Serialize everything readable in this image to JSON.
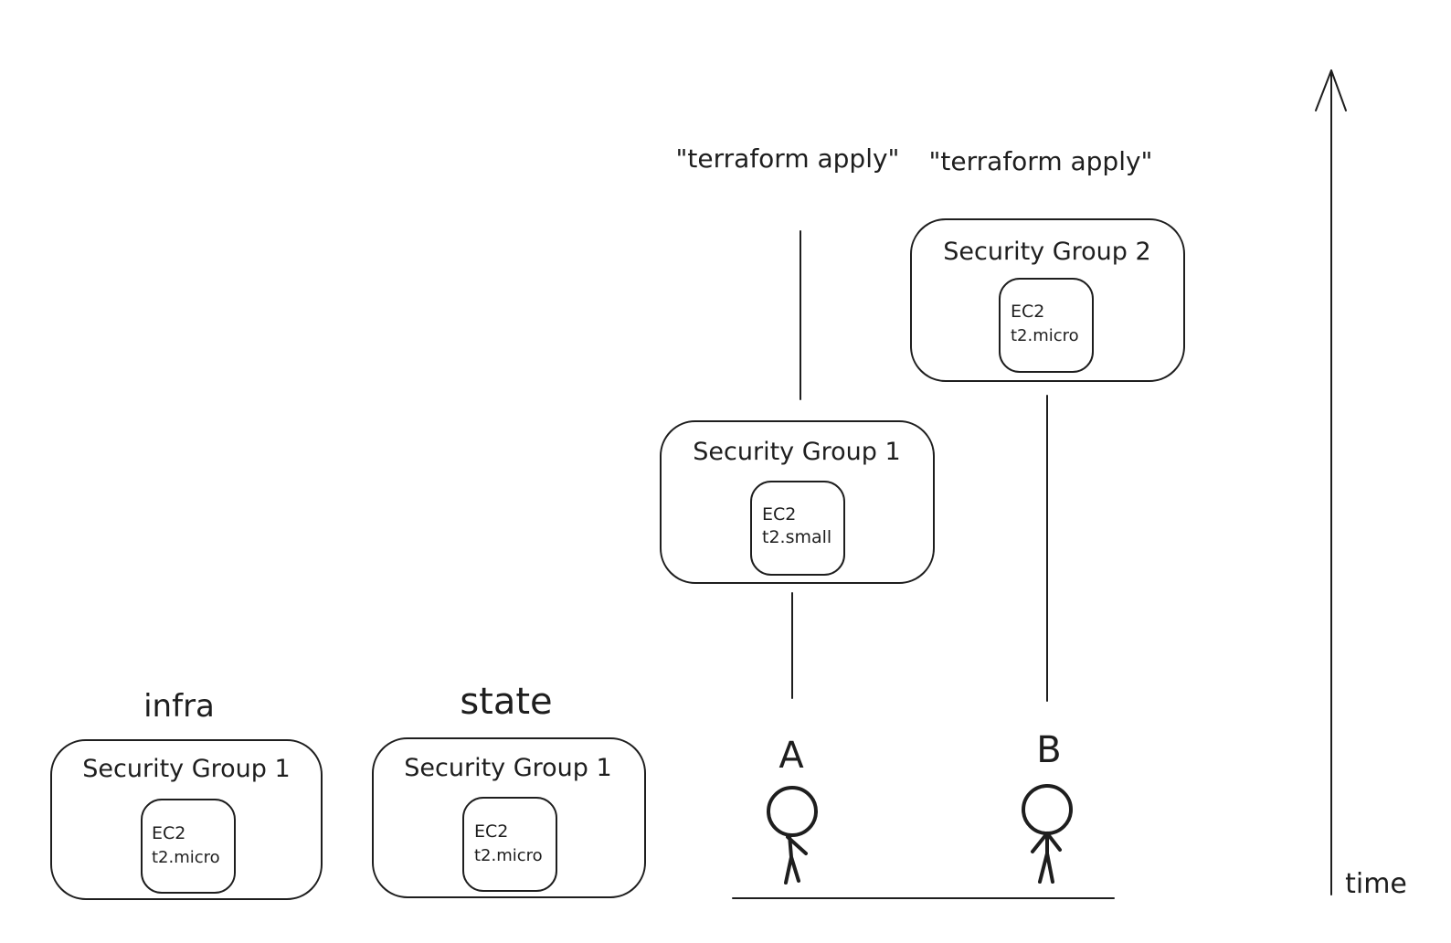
{
  "labels": {
    "infra": "infra",
    "state": "state",
    "apply_a": "\"terraform apply\"",
    "apply_b": "\"terraform apply\"",
    "person_a": "A",
    "person_b": "B",
    "time": "time"
  },
  "groups": {
    "infra": {
      "title": "Security Group 1",
      "ec2": "EC2",
      "instance_type": "t2.micro"
    },
    "state": {
      "title": "Security Group 1",
      "ec2": "EC2",
      "instance_type": "t2.micro"
    },
    "a_plan": {
      "title": "Security Group 1",
      "ec2": "EC2",
      "instance_type": "t2.small"
    },
    "b_plan": {
      "title": "Security Group 2",
      "ec2": "EC2",
      "instance_type": "t2.micro"
    }
  },
  "colors": {
    "ink": "#1e1e1e",
    "background": "#ffffff"
  }
}
